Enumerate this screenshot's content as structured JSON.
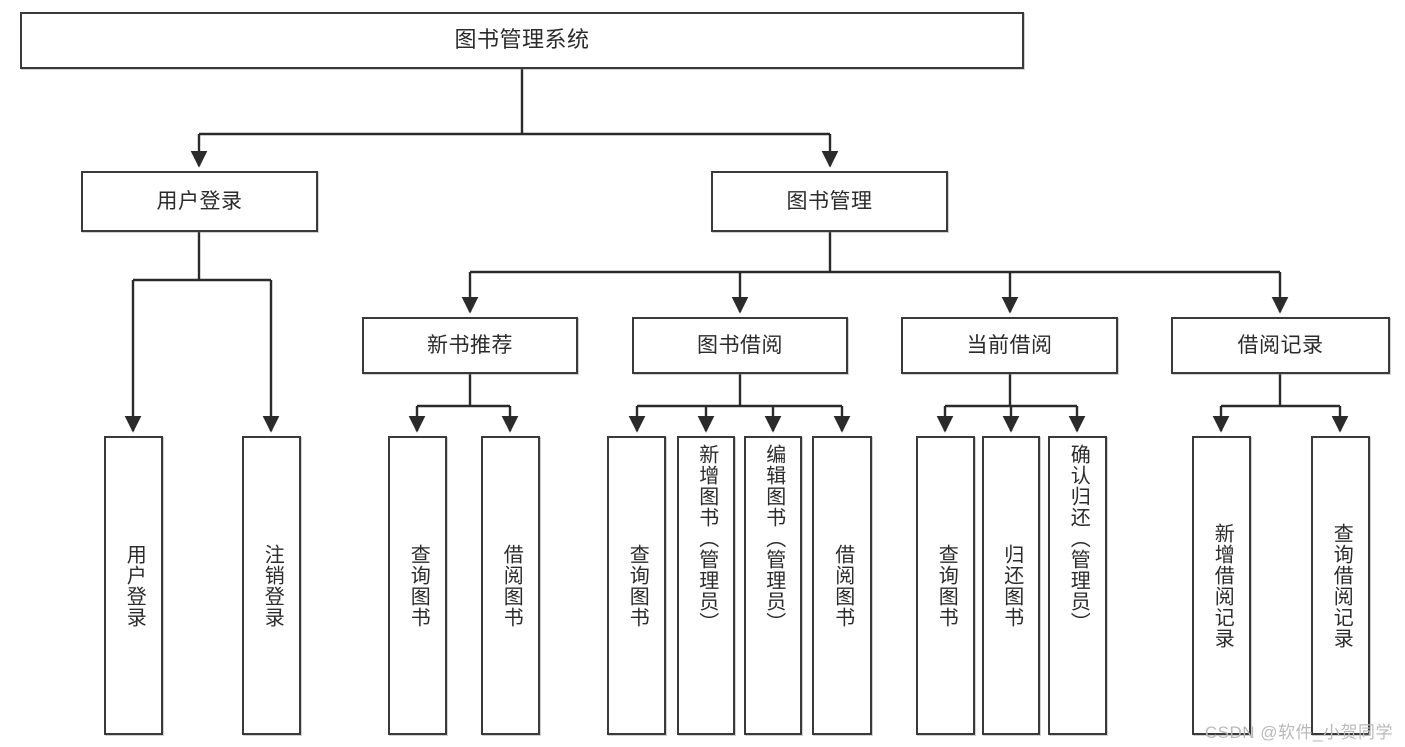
{
  "diagram": {
    "type": "tree-hierarchy-chart",
    "title": "图书管理系统",
    "orientation": "top-down",
    "colors": {
      "box_border": "#3a3a3a",
      "box_fill": "#ffffff",
      "edge": "#2b2b2b",
      "text": "#2b2b2b",
      "watermark": "#b9b9b9"
    },
    "levels": {
      "level1": {
        "label": "root",
        "count": 1
      },
      "level2": {
        "label": "modules",
        "count": 2
      },
      "level3": {
        "label": "submodules",
        "count": 4
      },
      "level4": {
        "label": "actions",
        "count": 13
      }
    }
  },
  "root": {
    "label": "图书管理系统"
  },
  "level2": [
    {
      "id": "user-login",
      "label": "用户登录"
    },
    {
      "id": "book-manage",
      "label": "图书管理"
    }
  ],
  "level3": [
    {
      "id": "new-book-recommend",
      "label": "新书推荐",
      "parent": "book-manage"
    },
    {
      "id": "book-borrow",
      "label": "图书借阅",
      "parent": "book-manage"
    },
    {
      "id": "current-borrow",
      "label": "当前借阅",
      "parent": "book-manage"
    },
    {
      "id": "borrow-record",
      "label": "借阅记录",
      "parent": "book-manage"
    }
  ],
  "leaves": {
    "user_login": [
      {
        "id": "leaf-user-login",
        "label": "用户登录"
      },
      {
        "id": "leaf-logout",
        "label": "注销登录"
      }
    ],
    "new_book_recommend": [
      {
        "id": "leaf-query-book-1",
        "label": "查询图书"
      },
      {
        "id": "leaf-borrow-book-1",
        "label": "借阅图书"
      }
    ],
    "book_borrow": [
      {
        "id": "leaf-query-book-2",
        "label": "查询图书"
      },
      {
        "id": "leaf-add-book",
        "label": "新增图书（管理员）"
      },
      {
        "id": "leaf-edit-book",
        "label": "编辑图书（管理员）"
      },
      {
        "id": "leaf-borrow-book-2",
        "label": "借阅图书"
      }
    ],
    "current_borrow": [
      {
        "id": "leaf-query-book-3",
        "label": "查询图书"
      },
      {
        "id": "leaf-return-book",
        "label": "归还图书"
      },
      {
        "id": "leaf-confirm-return",
        "label": "确认归还（管理员）"
      }
    ],
    "borrow_record": [
      {
        "id": "leaf-add-record",
        "label": "新增借阅记录"
      },
      {
        "id": "leaf-query-record",
        "label": "查询借阅记录"
      }
    ]
  },
  "watermark": {
    "text": "CSDN @软件_小贺同学"
  }
}
